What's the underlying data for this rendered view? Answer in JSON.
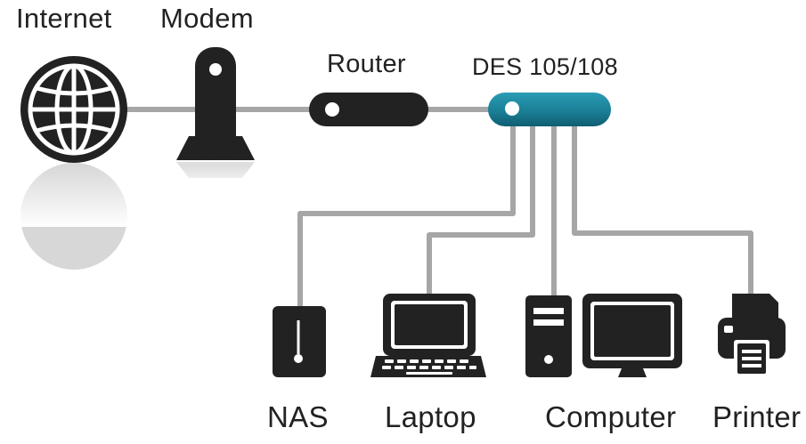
{
  "diagram": {
    "nodes": {
      "internet": "Internet",
      "modem": "Modem",
      "router": "Router",
      "switch": "DES 105/108",
      "nas": "NAS",
      "laptop": "Laptop",
      "computer": "Computer",
      "printer": "Printer"
    },
    "connections": [
      [
        "internet",
        "modem"
      ],
      [
        "modem",
        "router"
      ],
      [
        "router",
        "switch"
      ],
      [
        "switch",
        "nas"
      ],
      [
        "switch",
        "laptop"
      ],
      [
        "switch",
        "computer"
      ],
      [
        "switch",
        "printer"
      ]
    ]
  },
  "colors": {
    "device": "#222222",
    "cable": "#a6a6a6",
    "switch_body": "#1a7f96",
    "switch_dark": "#0f5e72",
    "background": "#ffffff"
  }
}
